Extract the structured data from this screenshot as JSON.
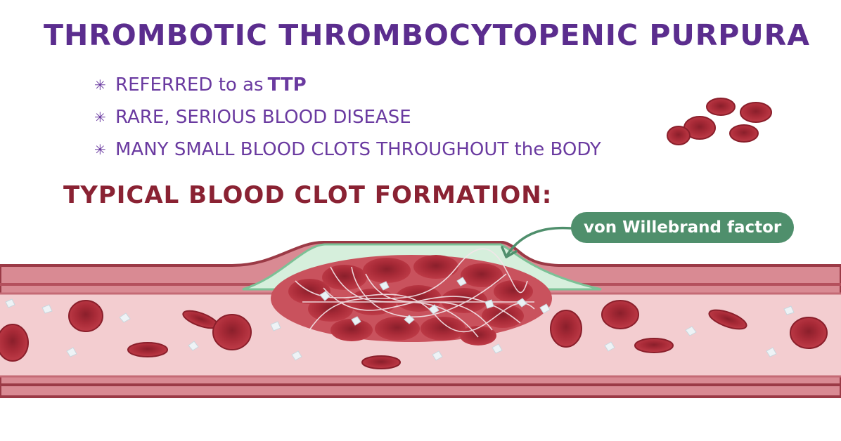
{
  "title": "THROMBOTIC THROMBOCYTOPENIC PURPURA",
  "bullets": [
    {
      "text": "REFERRED to as",
      "emphasis": "TTP"
    },
    {
      "text": "RARE, SERIOUS BLOOD DISEASE",
      "emphasis": ""
    },
    {
      "text": "MANY SMALL BLOOD CLOTS THROUGHOUT the BODY",
      "emphasis": ""
    }
  ],
  "bullet_marker": "✳",
  "subtitle": "TYPICAL BLOOD CLOT FORMATION:",
  "label_vwf": "von Willebrand factor",
  "colors": {
    "title": "#5b2d8e",
    "bullet_text": "#6a3aa0",
    "subtitle": "#8a2233",
    "badge": "#4f8f6c",
    "vessel_wall": "#c46a75",
    "vessel_lumen": "#f3cdd0",
    "red_cell": "#b4313d",
    "red_cell_dark": "#8a1f2b",
    "vwf_green": "#bfe3c9"
  }
}
